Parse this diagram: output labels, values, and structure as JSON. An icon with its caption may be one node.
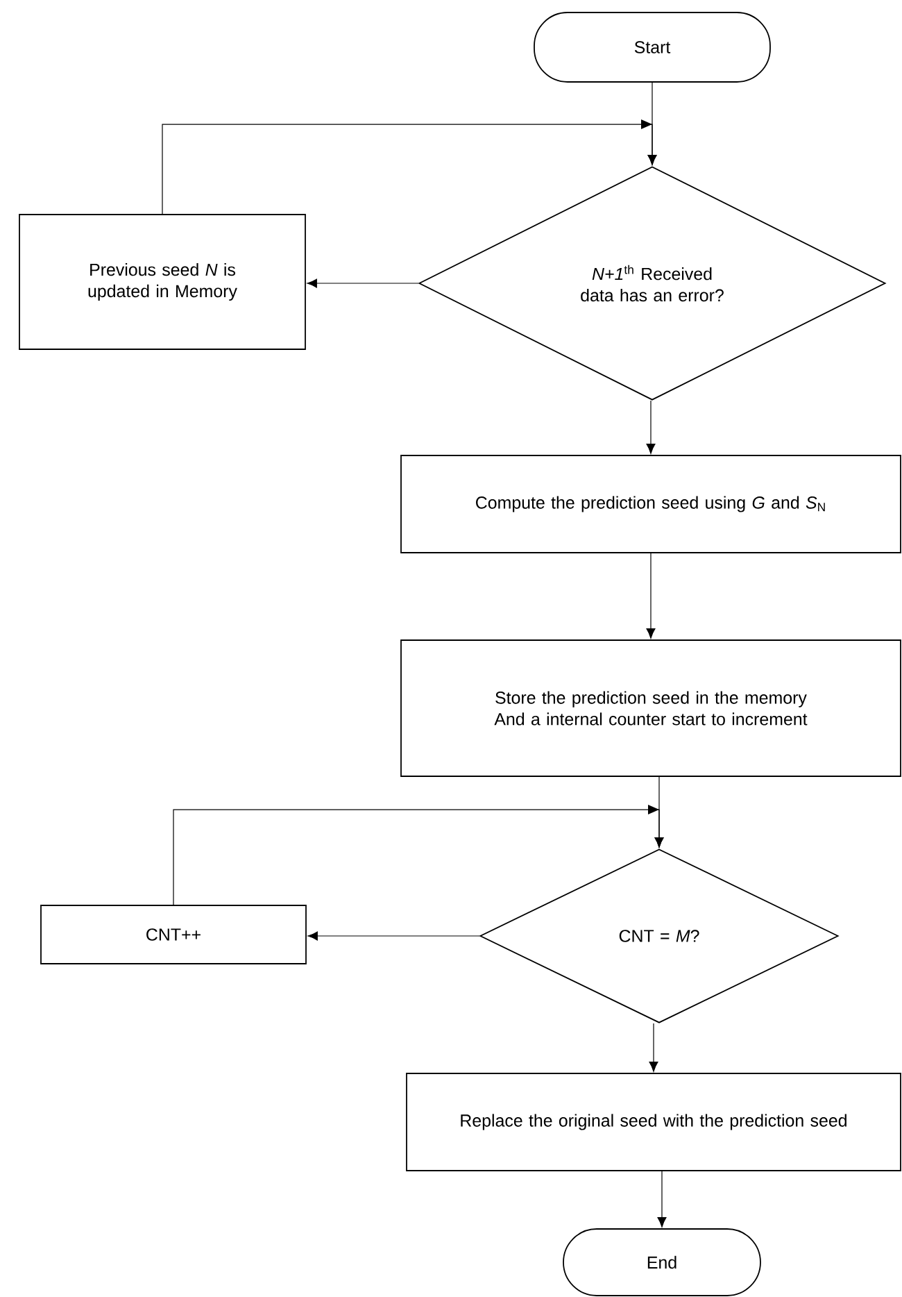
{
  "diagram": {
    "nodes": [
      {
        "text": [
          "Start"
        ]
      },
      {
        "text": [
          "*N+1*$^{th}$ Received data has an error?"
        ]
      },
      {
        "text": [
          "Previous seed *N* is updated in Memory"
        ]
      },
      {
        "text": [
          "Compute the prediction seed using *G* and *S*$_{N}$"
        ]
      },
      {
        "text": [
          "Store the prediction seed in the memory And a internal counter start to increment"
        ]
      },
      {
        "text": [
          "CNT = *M*?"
        ]
      },
      {
        "text": [
          "CNT++"
        ]
      },
      {
        "text": [
          "Replace the original seed with the prediction seed"
        ]
      },
      {
        "text": [
          "End"
        ]
      }
    ],
    "edges": [
      {
        "from": 0,
        "to": 1,
        "arrow": "to"
      },
      {
        "from": 1,
        "to": 2,
        "arrow": "to"
      },
      {
        "from": 2,
        "to": 1,
        "arrow": "to"
      },
      {
        "from": 1,
        "to": 3,
        "arrow": "to"
      },
      {
        "from": 3,
        "to": 4,
        "arrow": "to"
      },
      {
        "from": 4,
        "to": 5,
        "arrow": "to"
      },
      {
        "from": 5,
        "to": 6,
        "arrow": "to"
      },
      {
        "from": 6,
        "to": 5,
        "arrow": "to"
      },
      {
        "from": 5,
        "to": 7,
        "arrow": "to"
      },
      {
        "from": 7,
        "to": 8,
        "arrow": "to"
      }
    ]
  }
}
